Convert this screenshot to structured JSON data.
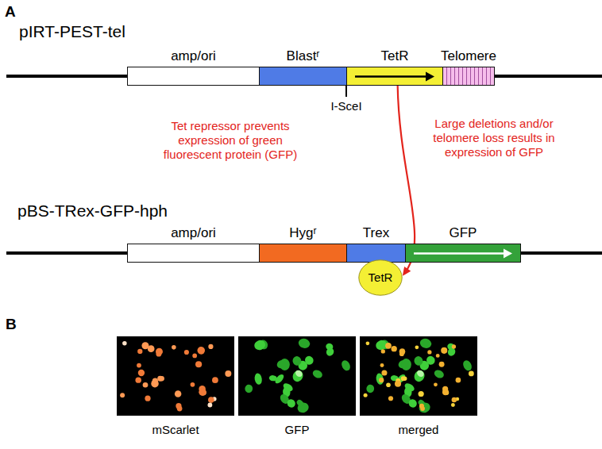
{
  "diagram": {
    "nodes": [
      {
        "text": [
          "amp/ori"
        ]
      },
      {
        "text": [
          "Blastʳ"
        ]
      },
      {
        "text": [
          "TetR"
        ]
      },
      {
        "text": [
          "Telomere"
        ]
      },
      {
        "text": [
          "amp/ori"
        ]
      },
      {
        "text": [
          "Hygʳ"
        ]
      },
      {
        "text": [
          "Trex"
        ]
      },
      {
        "text": [
          "TetR"
        ]
      },
      {
        "text": [
          "GFP"
        ]
      },
      {
        "text": [
          "mScarlet"
        ]
      },
      {
        "text": [
          "GFP"
        ]
      },
      {
        "text": [
          "merged"
        ]
      }
    ],
    "edges": [
      {
        "from": 2,
        "to": 7,
        "arrow": "to"
      }
    ],
    "labels": [
      "A",
      "pIRT-PEST-tel",
      "I-SceI",
      "Tet repressor prevents expression of green fluorescent protein (GFP)",
      "Large deletions and/or telomere loss results in expression of GFP",
      "pBS-TRex-GFP-hph",
      "B"
    ]
  }
}
